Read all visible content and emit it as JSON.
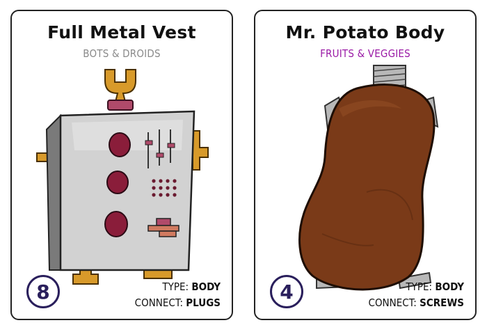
{
  "cards": [
    {
      "title": "Full Metal Vest",
      "category": "BOTS & DROIDS",
      "category_color": "#8a8a8a",
      "cost": "8",
      "type_label": "TYPE:",
      "type_value": "BODY",
      "connect_label": "CONNECT:",
      "connect_value": "PLUGS",
      "illustration": "robot-vest-icon"
    },
    {
      "title": "Mr. Potato Body",
      "category": "FRUITS & VEGGIES",
      "category_color": "#9a1aa6",
      "cost": "4",
      "type_label": "TYPE:",
      "type_value": "BODY",
      "connect_label": "CONNECT:",
      "connect_value": "SCREWS",
      "illustration": "potato-body-icon"
    }
  ],
  "colors": {
    "cost_ring": "#2a1f5c",
    "metal": "#c9c9c9",
    "plug": "#d89a2a",
    "knob": "#8a1d3a",
    "potato": "#7a3a18",
    "screw": "#b8b8b8"
  }
}
